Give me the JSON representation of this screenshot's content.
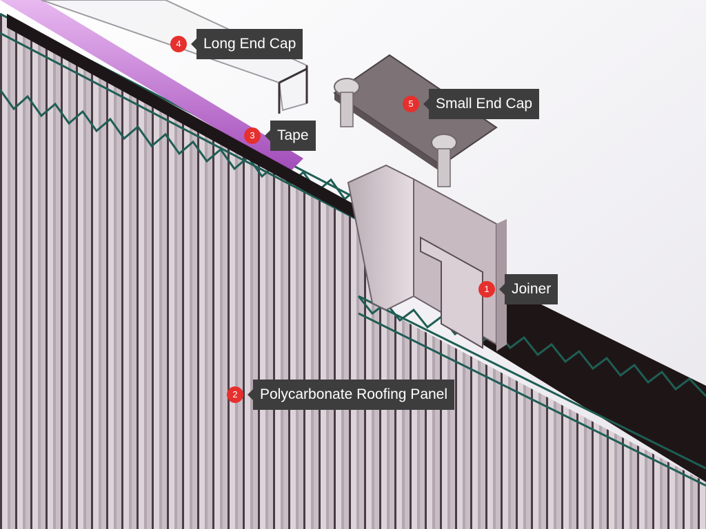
{
  "callouts": [
    {
      "number": "1",
      "label": "Joiner"
    },
    {
      "number": "2",
      "label": "Polycarbonate Roofing Panel"
    },
    {
      "number": "3",
      "label": "Tape"
    },
    {
      "number": "4",
      "label": "Long End Cap"
    },
    {
      "number": "5",
      "label": "Small End Cap"
    }
  ],
  "colors": {
    "badge": "#e5302d",
    "label_background": "#3d3d3d",
    "label_text": "#ffffff",
    "panel": "#c8bcc4",
    "lattice": "#1f5e55",
    "tape": "#b45ac8",
    "joiner_dark": "#2a2020"
  }
}
